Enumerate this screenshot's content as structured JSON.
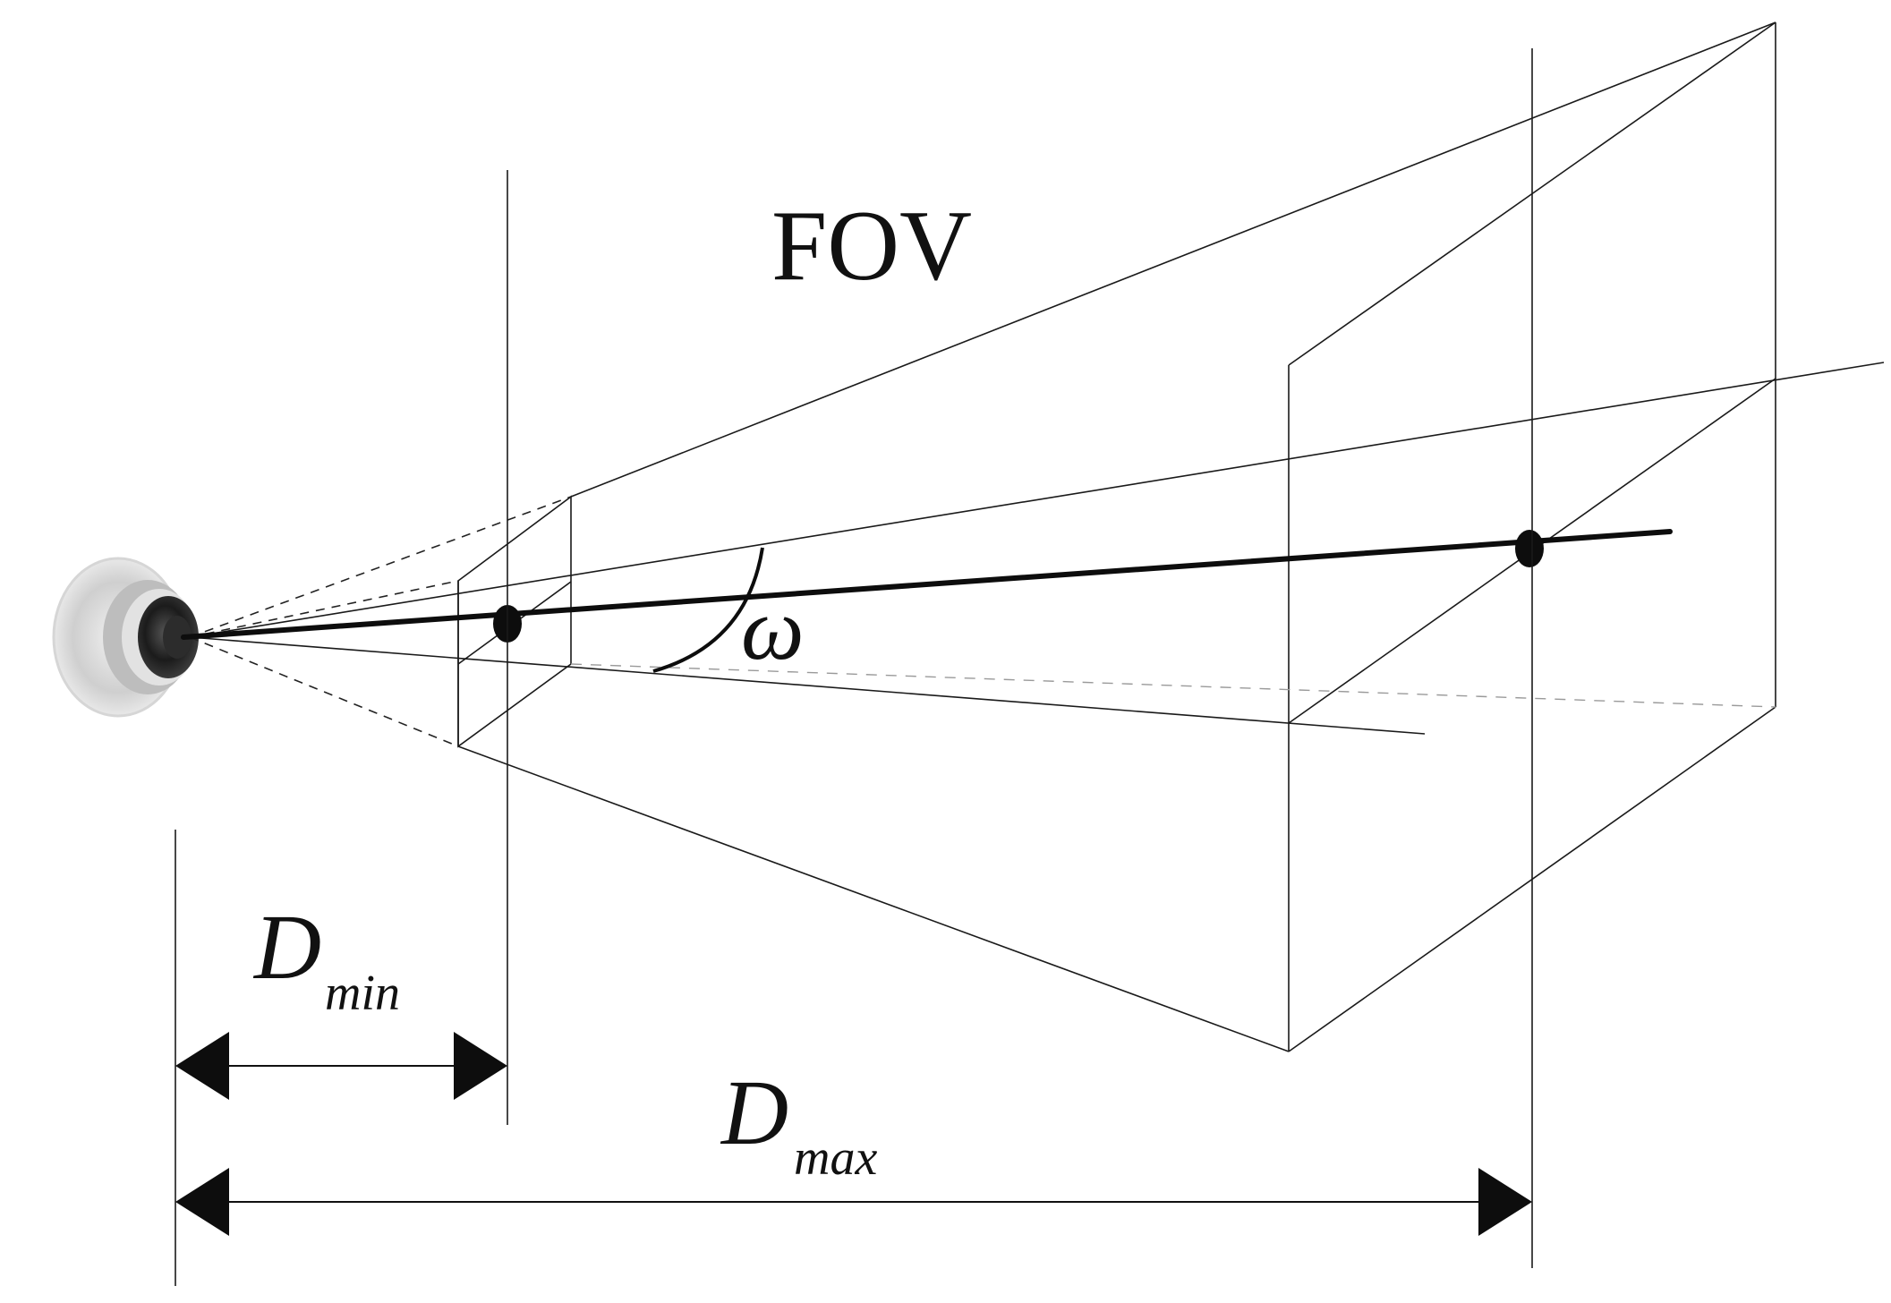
{
  "diagram": {
    "title": "FOV",
    "angle_symbol": "ω",
    "d_min": {
      "main": "D",
      "subscript": "min"
    },
    "d_max": {
      "main": "D",
      "subscript": "max"
    },
    "colors": {
      "line": "#1a1a1a",
      "axis": "#0d0d0d",
      "hidden_edge": "#9a9a9a",
      "background": "#ffffff"
    },
    "icons": [
      "camera-icon"
    ]
  }
}
